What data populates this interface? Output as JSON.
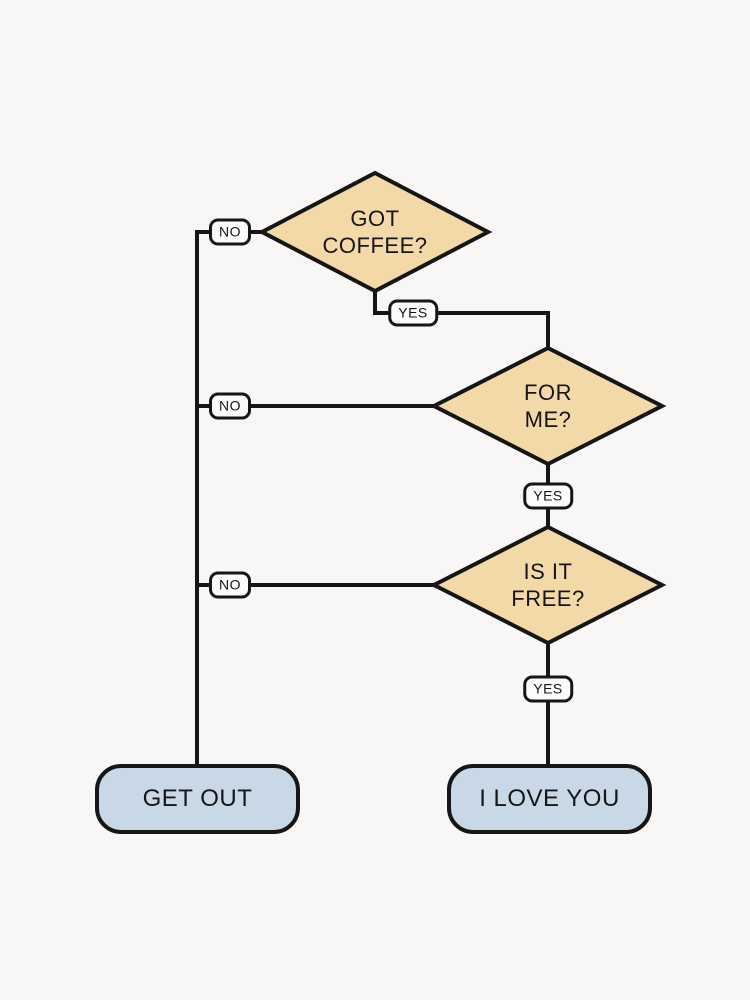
{
  "canvas": {
    "background": "#f8f7f6"
  },
  "colors": {
    "line": "#161616",
    "text": "#161616",
    "decision_fill": "#f4d9a8",
    "terminal_fill": "#c9d8e6",
    "edge_label_fill": "#fbfbfa"
  },
  "decisions": [
    {
      "id": "got-coffee",
      "label": "GOT\nCOFFEE?"
    },
    {
      "id": "for-me",
      "label": "FOR\nME?"
    },
    {
      "id": "is-it-free",
      "label": "IS IT\nFREE?"
    }
  ],
  "terminals": [
    {
      "id": "get-out",
      "label": "GET OUT"
    },
    {
      "id": "i-love-you",
      "label": "I LOVE YOU"
    }
  ],
  "edge_labels": {
    "no_got_coffee": "NO",
    "no_for_me": "NO",
    "no_is_it_free": "NO",
    "yes_got_coffee": "YES",
    "yes_for_me": "YES",
    "yes_is_it_free": "YES"
  }
}
